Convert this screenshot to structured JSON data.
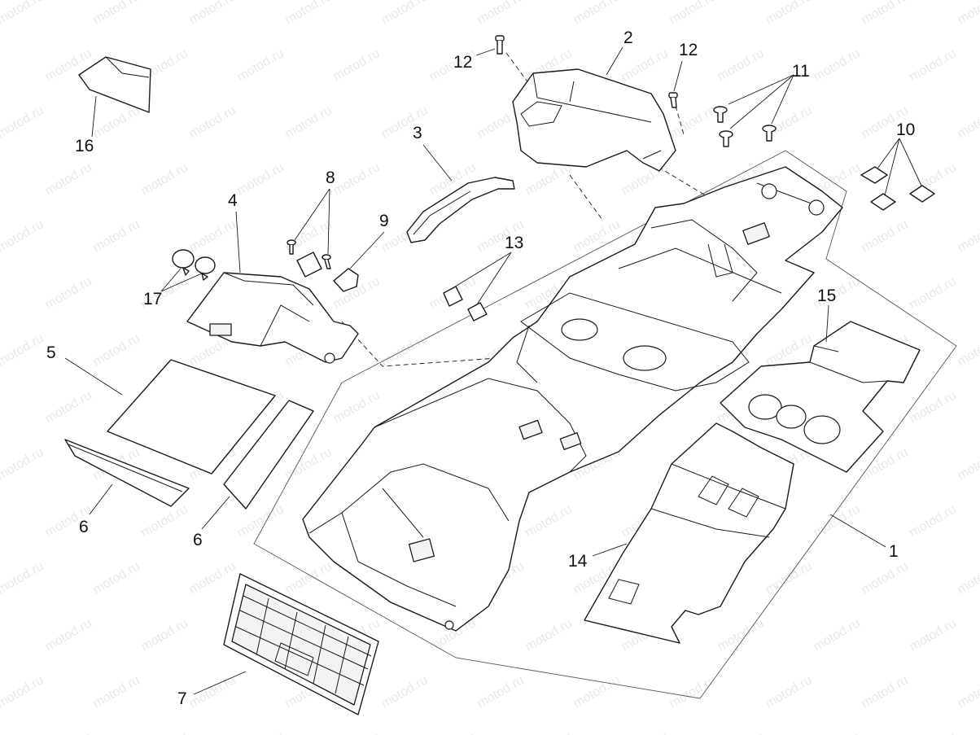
{
  "watermark": "motod.ru",
  "callouts": {
    "c1": "1",
    "c2": "2",
    "c3": "3",
    "c4": "4",
    "c5": "5",
    "c6a": "6",
    "c6b": "6",
    "c7": "7",
    "c8": "8",
    "c9": "9",
    "c10": "10",
    "c11": "11",
    "c12a": "12",
    "c12b": "12",
    "c13": "13",
    "c14": "14",
    "c15": "15",
    "c16": "16",
    "c17": "17"
  }
}
